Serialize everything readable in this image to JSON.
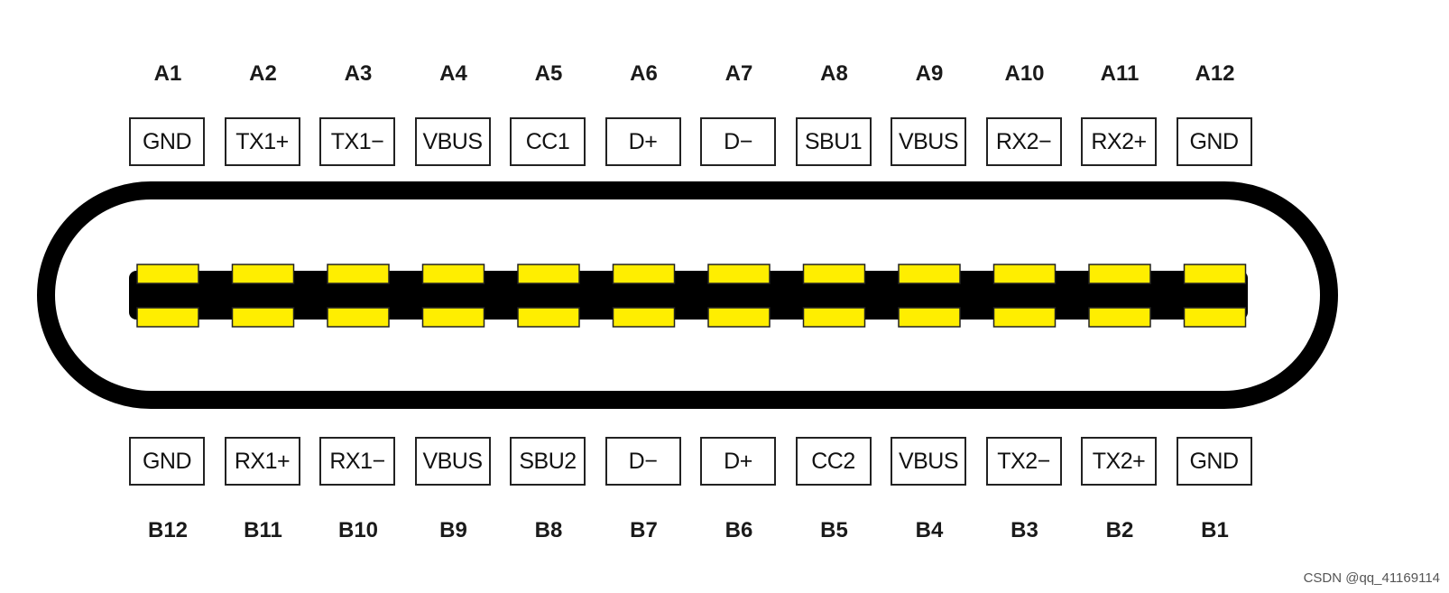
{
  "connector": {
    "contact_color": "#ffee00",
    "shell_color": "#000000",
    "row_a": [
      {
        "id": "A1",
        "signal": "GND"
      },
      {
        "id": "A2",
        "signal": "TX1+"
      },
      {
        "id": "A3",
        "signal": "TX1−"
      },
      {
        "id": "A4",
        "signal": "VBUS"
      },
      {
        "id": "A5",
        "signal": "CC1"
      },
      {
        "id": "A6",
        "signal": "D+"
      },
      {
        "id": "A7",
        "signal": "D−"
      },
      {
        "id": "A8",
        "signal": "SBU1"
      },
      {
        "id": "A9",
        "signal": "VBUS"
      },
      {
        "id": "A10",
        "signal": "RX2−"
      },
      {
        "id": "A11",
        "signal": "RX2+"
      },
      {
        "id": "A12",
        "signal": "GND"
      }
    ],
    "row_b": [
      {
        "id": "B12",
        "signal": "GND"
      },
      {
        "id": "B11",
        "signal": "RX1+"
      },
      {
        "id": "B10",
        "signal": "RX1−"
      },
      {
        "id": "B9",
        "signal": "VBUS"
      },
      {
        "id": "B8",
        "signal": "SBU2"
      },
      {
        "id": "B7",
        "signal": "D−"
      },
      {
        "id": "B6",
        "signal": "D+"
      },
      {
        "id": "B5",
        "signal": "CC2"
      },
      {
        "id": "B4",
        "signal": "VBUS"
      },
      {
        "id": "B3",
        "signal": "TX2−"
      },
      {
        "id": "B2",
        "signal": "TX2+"
      },
      {
        "id": "B1",
        "signal": "GND"
      }
    ]
  },
  "watermark": "CSDN @qq_41169114"
}
